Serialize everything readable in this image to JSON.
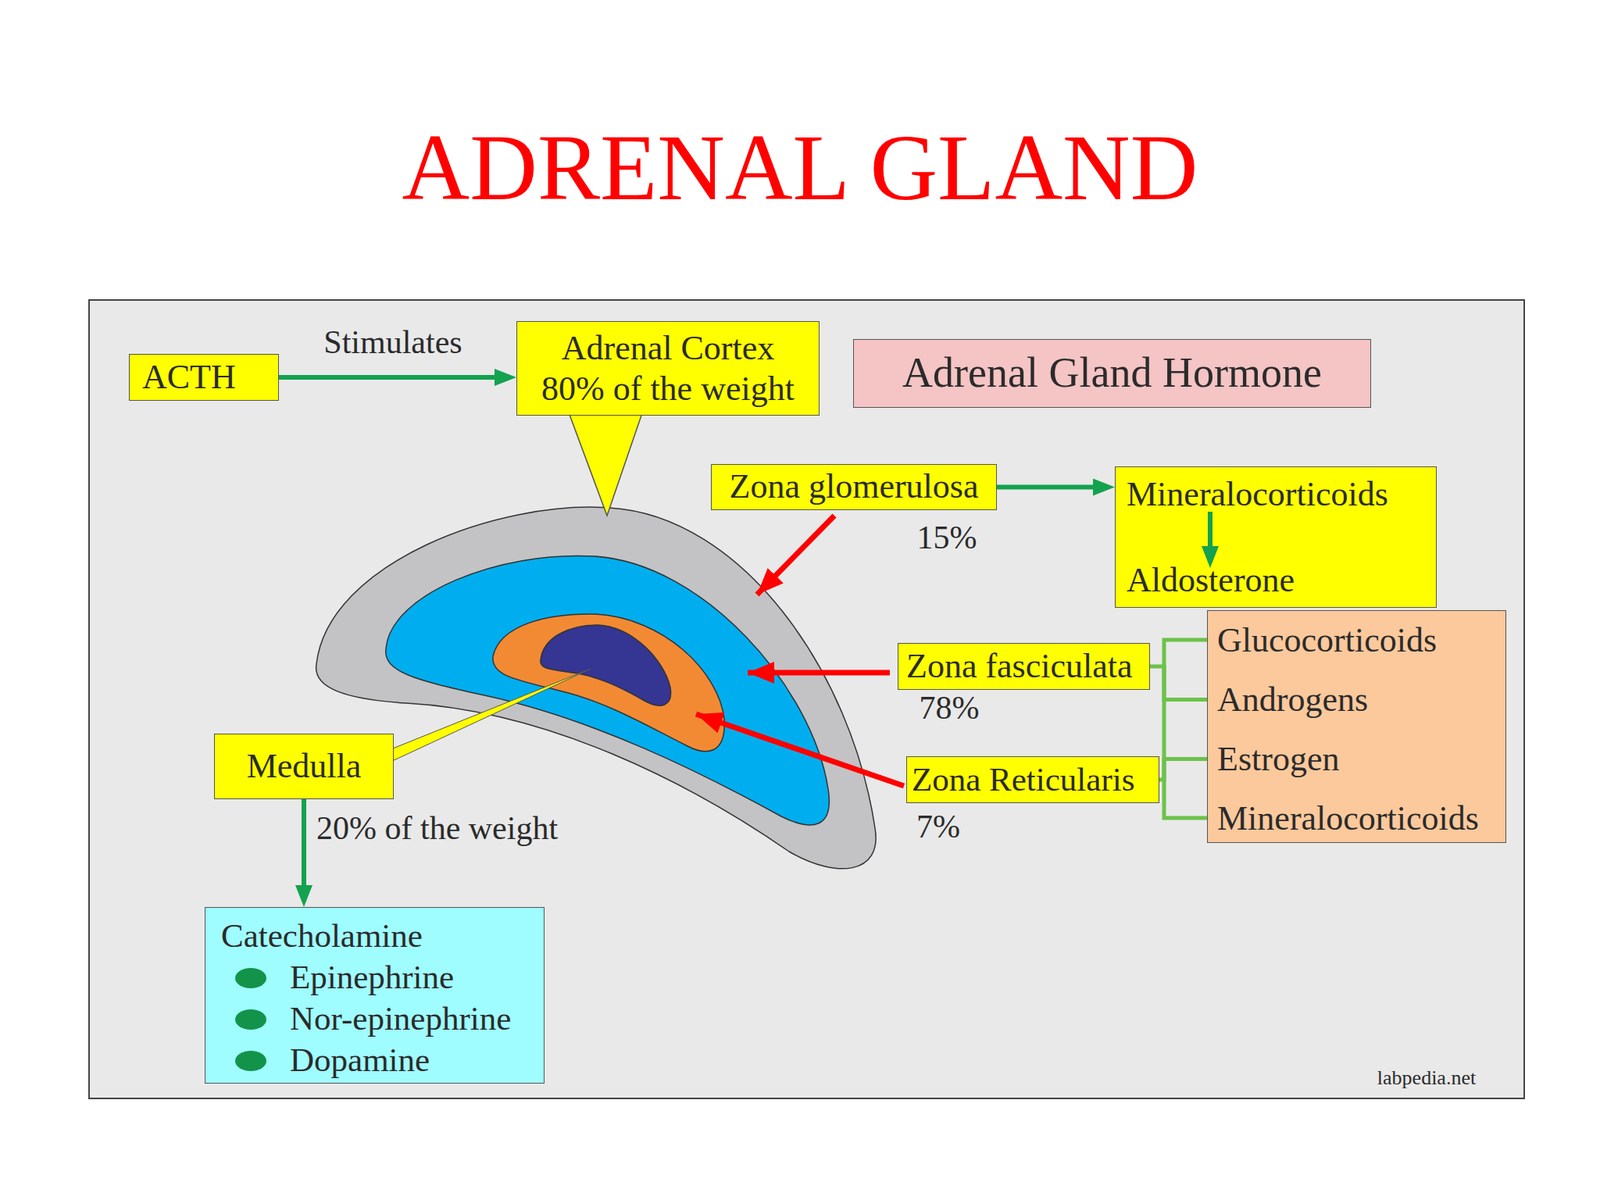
{
  "diagram": {
    "title": "ADRENAL GLAND",
    "nodes": [
      {
        "text": [
          "ACTH"
        ]
      },
      {
        "text": [
          "Adrenal Cortex",
          "80% of the weight"
        ]
      },
      {
        "text": [
          "Adrenal Gland Hormone"
        ]
      },
      {
        "text": [
          "Zona glomerulosa"
        ]
      },
      {
        "text": [
          "Mineralocorticoids",
          "Aldosterone"
        ]
      },
      {
        "text": [
          "Zona fasciculata"
        ]
      },
      {
        "text": [
          "Glucocorticoids",
          "Androgens",
          "Estrogen",
          "Mineralocorticoids"
        ]
      },
      {
        "text": [
          "Zona Reticularis"
        ]
      },
      {
        "text": [
          "Medulla"
        ]
      },
      {
        "text": [
          "Catecholamine",
          "Epinephrine",
          "Nor-epinephrine",
          "Dopamine"
        ]
      }
    ],
    "edges": [
      {
        "from": 0,
        "to": 1,
        "arrow": "to",
        "label": "Stimulates"
      },
      {
        "from": 3,
        "to": 4,
        "arrow": "to"
      },
      {
        "from": 5,
        "to": 6,
        "arrow": "none"
      },
      {
        "from": 7,
        "to": 6,
        "arrow": "none"
      },
      {
        "from": 8,
        "to": 9,
        "arrow": "to"
      }
    ],
    "labels": [
      "15%",
      "78%",
      "7%",
      "20% of the weight",
      "labpedia.net"
    ]
  }
}
